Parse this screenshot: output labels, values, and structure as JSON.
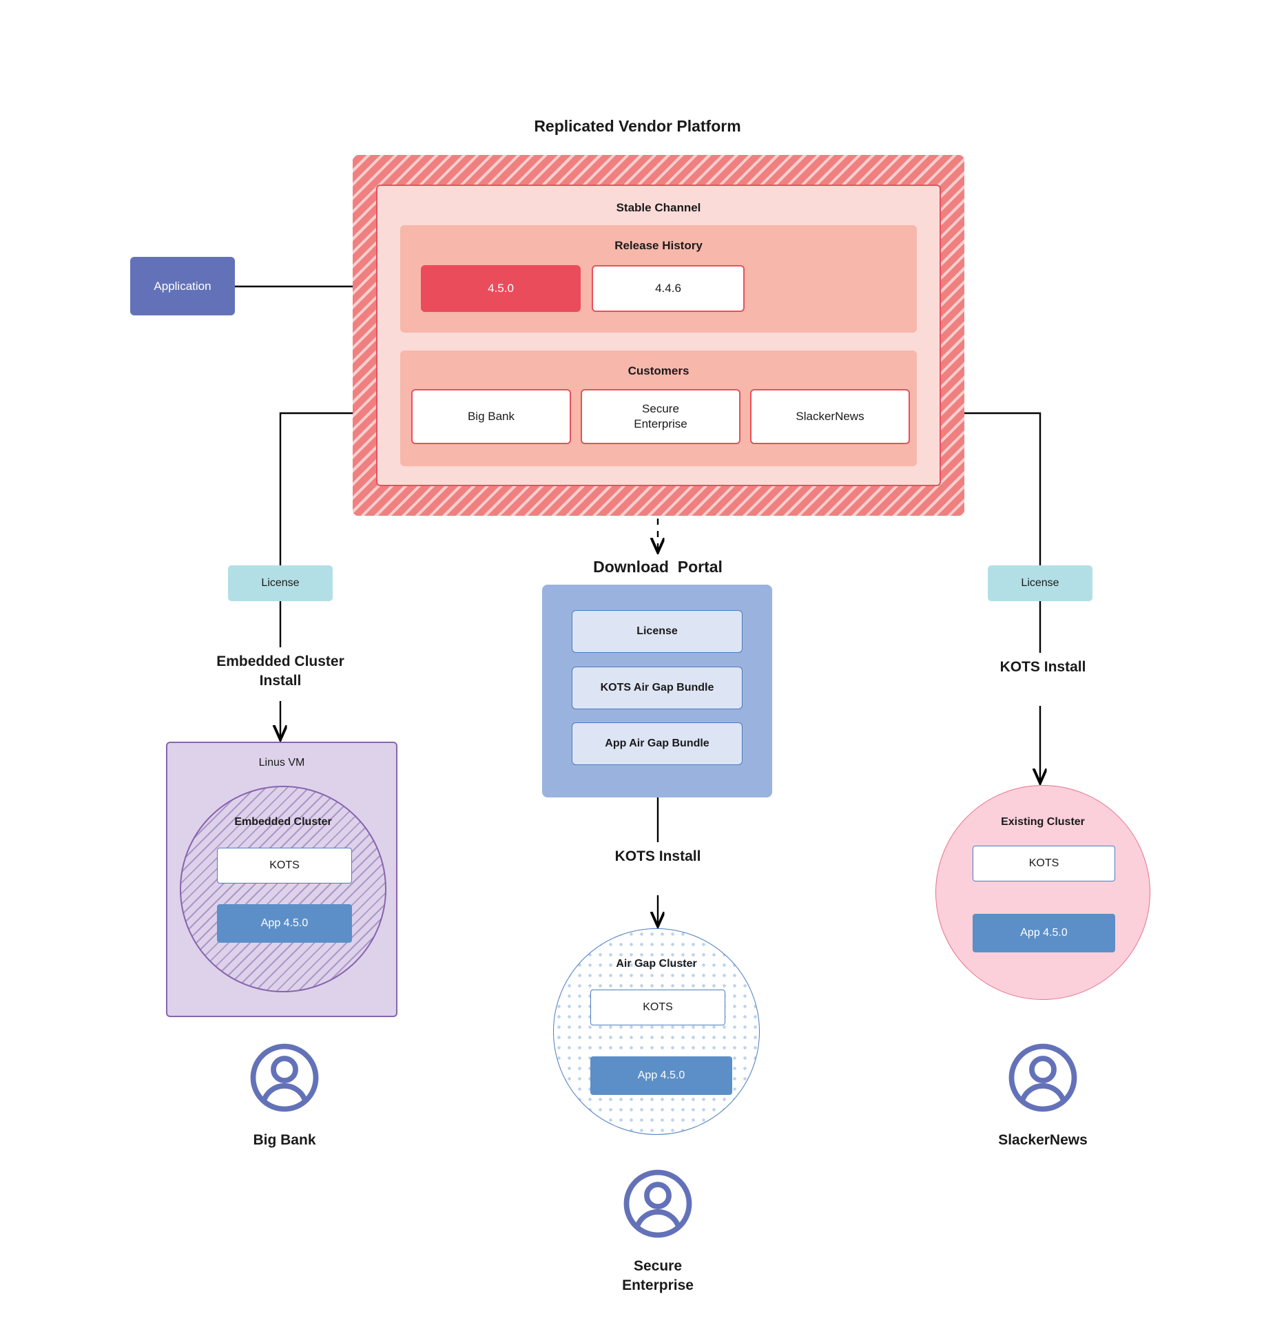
{
  "diagram": {
    "title": "Replicated Vendor Platform"
  },
  "application": {
    "label": "Application"
  },
  "stable_channel": {
    "title": "Stable Channel",
    "release_history": {
      "title": "Release History",
      "releases": [
        {
          "version": "4.5.0",
          "state": "current"
        },
        {
          "version": "4.4.6",
          "state": "previous"
        }
      ]
    },
    "customers": {
      "title": "Customers",
      "items": [
        {
          "name": "Big Bank"
        },
        {
          "name": "Secure\nEnterprise"
        },
        {
          "name": "SlackerNews"
        }
      ]
    }
  },
  "licenses": {
    "left_label": "License",
    "right_label": "License"
  },
  "paths": {
    "embedded_cluster_install": "Embedded Cluster\nInstall",
    "kots_install_right": "KOTS Install",
    "kots_install_center": "KOTS Install"
  },
  "download_portal": {
    "title": "Download  Portal",
    "items": [
      {
        "label": "License"
      },
      {
        "label": "KOTS Air Gap Bundle"
      },
      {
        "label": "App Air Gap Bundle"
      }
    ]
  },
  "linux_vm": {
    "title": "Linus VM",
    "embedded_cluster": {
      "title": "Embedded Cluster",
      "kots": "KOTS",
      "app": "App 4.5.0"
    }
  },
  "air_gap_cluster": {
    "title": "Air Gap Cluster",
    "kots": "KOTS",
    "app": "App 4.5.0"
  },
  "existing_cluster": {
    "title": "Existing Cluster",
    "kots": "KOTS",
    "app": "App 4.5.0"
  },
  "end_users": [
    {
      "name": "Big Bank"
    },
    {
      "name": "Secure\nEnterprise"
    },
    {
      "name": "SlackerNews"
    }
  ],
  "colors": {
    "platform_hatch": "#f08080",
    "channel_fill": "#fadbd8",
    "channel_border": "#e8505b",
    "section_fill": "#f7b7ab",
    "release_current": "#ea4c5c",
    "application_fill": "#6372b8",
    "license_fill": "#b2dfe6",
    "portal_fill": "#9ab3de",
    "portal_item_fill": "#dde4f4",
    "portal_item_border": "#4a7bbd",
    "vm_fill": "#ddd2ea",
    "vm_border": "#8763ac",
    "app_fill": "#5c8fc7",
    "existing_cluster_fill": "#fbd0da",
    "existing_cluster_border": "#e8718f",
    "person_icon": "#6372b8",
    "wire": "#000000"
  }
}
